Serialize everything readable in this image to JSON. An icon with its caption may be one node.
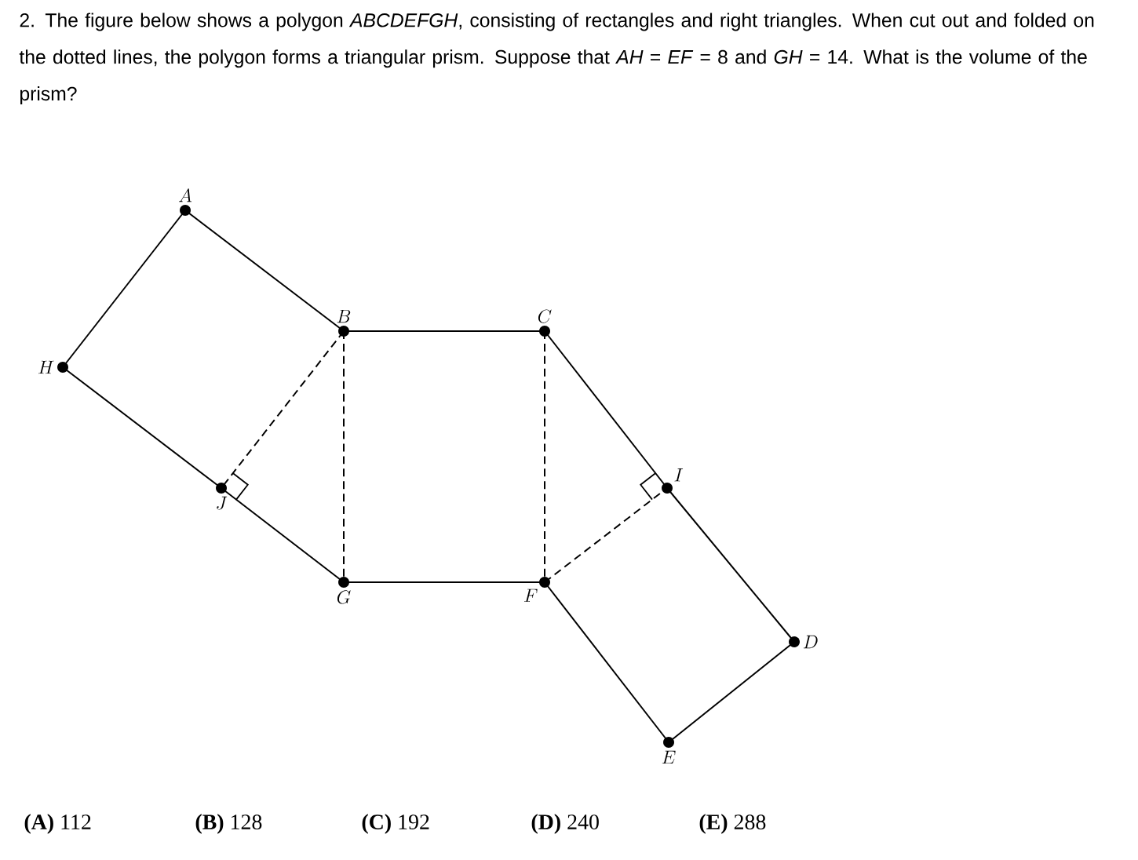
{
  "diagram": {
    "title": "2. The figure below shows a polygon *ABCDEFGH*, consisting of rectangles and right triangles. When cut out and folded on the dotted lines, the polygon forms a triangular prism. Suppose that *AH* = *EF* = 8 and *GH* = 14. What is the volume of the prism?",
    "nodes": [
      {
        "text": [
          "A"
        ]
      },
      {
        "text": [
          "B"
        ]
      },
      {
        "text": [
          "C"
        ]
      },
      {
        "text": [
          "H"
        ]
      },
      {
        "text": [
          "J"
        ]
      },
      {
        "text": [
          "I"
        ]
      },
      {
        "text": [
          "G"
        ]
      },
      {
        "text": [
          "F"
        ]
      },
      {
        "text": [
          "D"
        ]
      },
      {
        "text": [
          "E"
        ]
      }
    ],
    "edges": [
      {
        "from": 0,
        "to": 1,
        "arrow": "none"
      },
      {
        "from": 1,
        "to": 2,
        "arrow": "none"
      },
      {
        "from": 2,
        "to": 5,
        "arrow": "none"
      },
      {
        "from": 5,
        "to": 8,
        "arrow": "none"
      },
      {
        "from": 8,
        "to": 9,
        "arrow": "none"
      },
      {
        "from": 9,
        "to": 7,
        "arrow": "none"
      },
      {
        "from": 7,
        "to": 6,
        "arrow": "none"
      },
      {
        "from": 6,
        "to": 4,
        "arrow": "none"
      },
      {
        "from": 4,
        "to": 3,
        "arrow": "none"
      },
      {
        "from": 3,
        "to": 0,
        "arrow": "none"
      },
      {
        "from": 1,
        "to": 4,
        "arrow": "none",
        "style": "dashed"
      },
      {
        "from": 1,
        "to": 6,
        "arrow": "none",
        "style": "dashed"
      },
      {
        "from": 2,
        "to": 7,
        "arrow": "none",
        "style": "dashed"
      },
      {
        "from": 7,
        "to": 5,
        "arrow": "none",
        "style": "dashed"
      }
    ],
    "labels": [
      "**(A)** 112",
      "**(B)** 128",
      "**(C)** 192",
      "**(D)** 240",
      "**(E)** 288"
    ]
  }
}
